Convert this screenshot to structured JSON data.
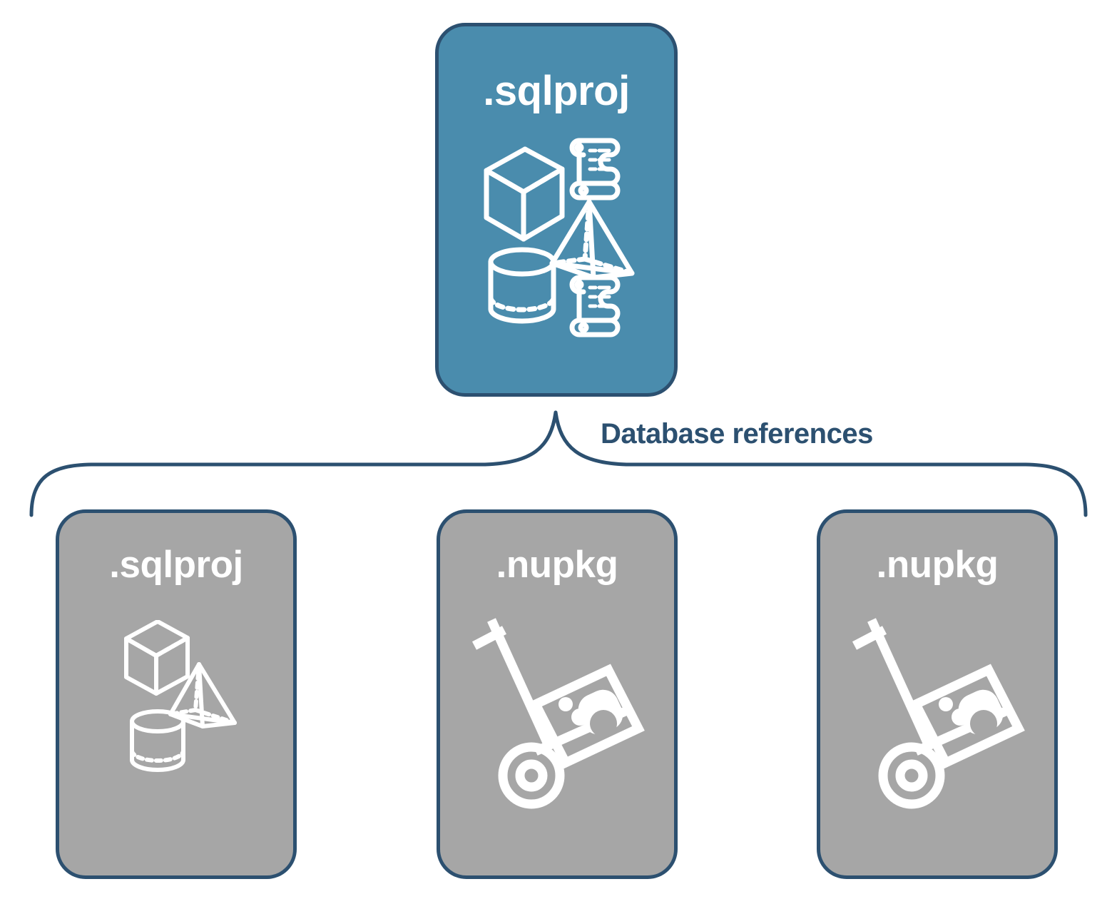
{
  "diagram": {
    "title_text": "Database references",
    "colors": {
      "primary_blue_fill": "#4a8cad",
      "gray_fill": "#a6a6a6",
      "border_navy": "#2c5070",
      "icon_white": "#ffffff",
      "background": "#ffffff"
    }
  },
  "root_node": {
    "label": ".sqlproj",
    "fill": "#4a8cad",
    "icons": [
      "cube-icon",
      "scroll-icon",
      "pyramid-icon",
      "cylinder-icon",
      "scroll-icon"
    ]
  },
  "connector": {
    "label": "Database references",
    "style": "curly-brace",
    "color": "#2c5070"
  },
  "child_nodes": [
    {
      "label": ".sqlproj",
      "fill": "#a6a6a6",
      "icons": [
        "cube-icon",
        "pyramid-icon",
        "cylinder-icon"
      ]
    },
    {
      "label": ".nupkg",
      "fill": "#a6a6a6",
      "icons": [
        "hand-truck-package-icon"
      ]
    },
    {
      "label": ".nupkg",
      "fill": "#a6a6a6",
      "icons": [
        "hand-truck-package-icon"
      ]
    }
  ]
}
